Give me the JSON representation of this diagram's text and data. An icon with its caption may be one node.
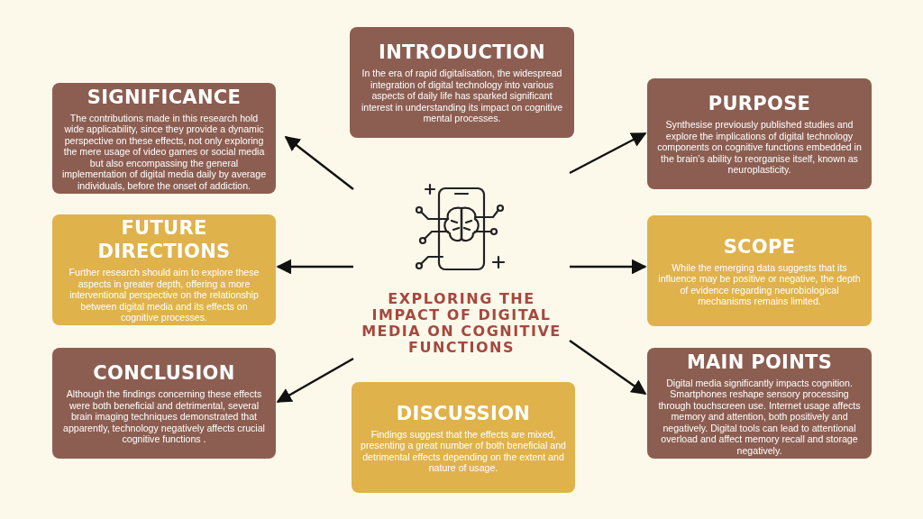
{
  "diagram": {
    "nodes": [
      {
        "text": [
          "INTRODUCTION",
          "In the era of rapid digitalisation, the widespread integration of digital technology into various aspects of daily life has sparked significant interest in understanding its impact on cognitive mental processes."
        ]
      },
      {
        "text": [
          "SIGNIFICANCE",
          "The contributions made in this research hold wide applicability, since they provide a dynamic perspective on these effects, not only exploring the mere usage of video games or social media but also encompassing the general implementation of digital media daily by average individuals, before the onset of addiction."
        ]
      },
      {
        "text": [
          "PURPOSE",
          "Synthesise previously published studies and explore the implications of digital technology components on cognitive functions embedded in the brain’s ability to reorganise itself, known as neuroplasticity."
        ]
      },
      {
        "text": [
          "FUTURE DIRECTIONS",
          "Further research should aim to explore these aspects in greater depth, offering a more interventional perspective on the relationship between digital media and its effects on cognitive processes."
        ]
      },
      {
        "text": [
          "EXPLORING THE IMPACT OF DIGITAL MEDIA ON COGNITIVE FUNCTIONS"
        ]
      },
      {
        "text": [
          "SCOPE",
          "While the emerging data suggests that its influence may be positive or negative, the depth of evidence regarding neurobiological mechanisms remains limited."
        ]
      },
      {
        "text": [
          "CONCLUSION",
          "Although the findings concerning these effects were both beneficial and detrimental, several brain imaging techniques demonstrated that apparently, technology negatively affects crucial cognitive functions ."
        ]
      },
      {
        "text": [
          "DISCUSSION",
          "Findings suggest that the effects are mixed, presenting a great number of both beneficial and detrimental effects depending on the extent and nature of usage."
        ]
      },
      {
        "text": [
          "MAIN POINTS",
          "Digital media significantly impacts cognition. Smartphones reshape sensory processing through touchscreen use. Internet usage affects memory and attention, both positively and negatively. Digital tools can lead to attentional overload and affect memory recall and storage negatively."
        ]
      }
    ],
    "edges": [
      {
        "from": 4,
        "to": 1,
        "arrow": "to"
      },
      {
        "from": 4,
        "to": 2,
        "arrow": "to"
      },
      {
        "from": 4,
        "to": 3,
        "arrow": "to"
      },
      {
        "from": 4,
        "to": 5,
        "arrow": "to"
      },
      {
        "from": 4,
        "to": 6,
        "arrow": "to"
      },
      {
        "from": 4,
        "to": 8,
        "arrow": "to"
      }
    ]
  }
}
